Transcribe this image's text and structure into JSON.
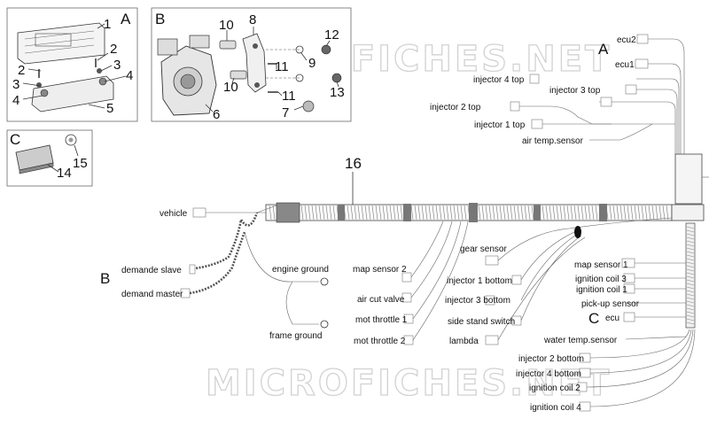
{
  "watermark": "MICROFICHES.NET",
  "insets": [
    {
      "key": "A",
      "letter": "A",
      "parts": [
        "1",
        "2",
        "2",
        "3",
        "3",
        "4",
        "4",
        "5"
      ]
    },
    {
      "key": "B",
      "letter": "B",
      "parts": [
        "10",
        "8",
        "12",
        "9",
        "11",
        "10",
        "11",
        "13",
        "6",
        "7"
      ]
    },
    {
      "key": "C",
      "letter": "C",
      "parts": [
        "15",
        "14"
      ]
    }
  ],
  "main_part": "16",
  "group_letters": {
    "a": "A",
    "b": "B",
    "c": "C"
  },
  "labels": {
    "ecu2": "ecu2",
    "ecu1": "ecu1",
    "injector_4_top": "injector 4 top",
    "injector_3_top": "injector 3 top",
    "injector_2_top": "injector 2 top",
    "injector_1_top": "injector 1 top",
    "air_temp_sensor": "air temp.sensor",
    "vehicle": "vehicle",
    "gear_sensor": "gear sensor",
    "map_sensor_2": "map sensor 2",
    "map_sensor_1": "map sensor 1",
    "ignition_coil_3": "ignition coil 3",
    "ignition_coil_1": "ignition coil 1",
    "pick_up_sensor": "pick-up sensor",
    "ecu": "ecu",
    "water_temp_sensor": "water temp.sensor",
    "demande_slave": "demande slave",
    "demand_master": "demand master",
    "engine_ground": "engine ground",
    "frame_ground": "frame ground",
    "air_cut_valve": "air cut valve",
    "mot_throttle_1": "mot throttle 1",
    "mot_throttle_2": "mot throttle 2",
    "injector_1_bottom": "injector 1 bottom",
    "injector_3_bottom": "injector 3 bottom",
    "side_stand_switch": "side stand switch",
    "lambda": "lambda",
    "injector_2_bottom": "injector 2 bottom",
    "injector_4_bottom": "injector 4 bottom",
    "ignition_coil_2": "ignition coil 2",
    "ignition_coil_4": "ignition coil 4"
  }
}
